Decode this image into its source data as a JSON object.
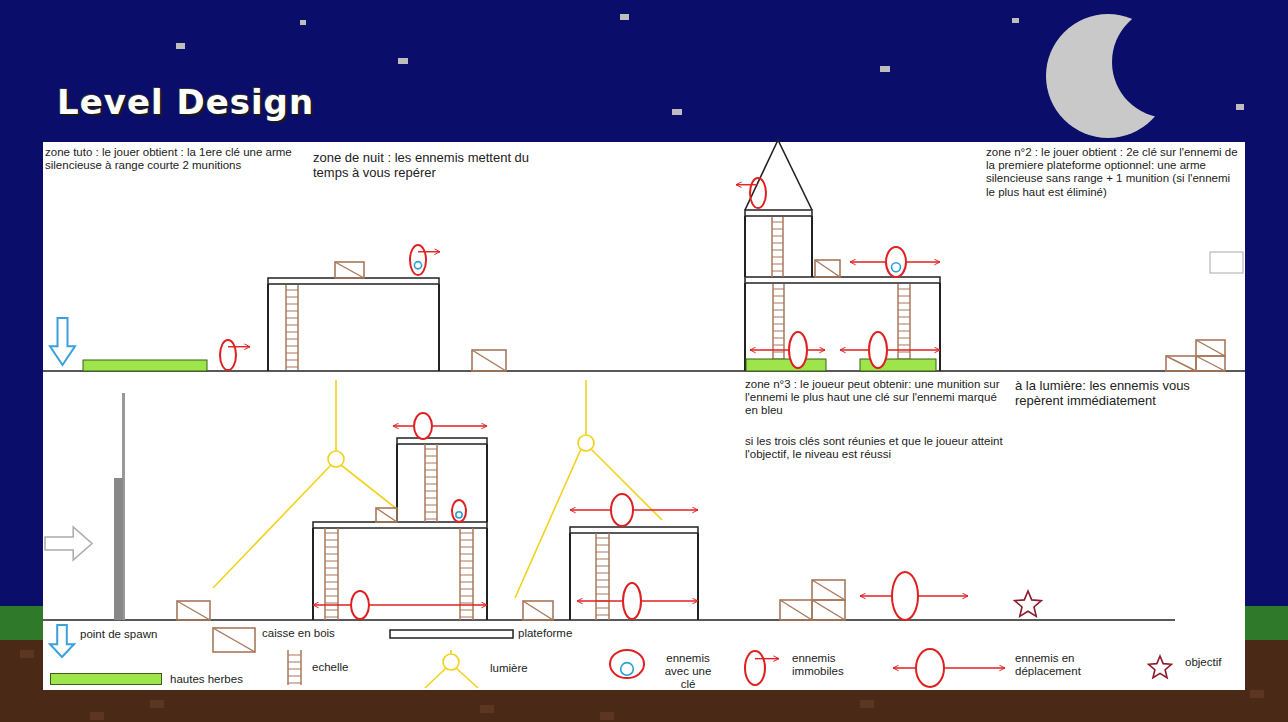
{
  "diagram": {
    "title": "Level Design",
    "labels": [
      "zone tuto : le jouer obtient : la 1ere clé une arme silencieuse à range courte 2 munitions",
      "zone de nuit : les ennemis mettent du temps à vous repérer",
      "zone n°2 : le jouer obtient : 2e clé sur l'ennemi de la premiere plateforme optionnel: une arme silencieuse sans range + 1 munition (si l'ennemi le plus haut est éliminé)",
      "zone n°3 : le joueur peut obtenir: une munition sur l'ennemi le plus haut une clé sur l'ennemi marqué en bleu",
      "si les trois clés sont réunies et que le joueur atteint l'objectif, le niveau est réussi",
      "à la lumière: les ennemis vous repèrent immédiatement"
    ],
    "legend": [
      {
        "text": "point de spawn"
      },
      {
        "text": "caisse en bois"
      },
      {
        "text": "plateforme"
      },
      {
        "text": "hautes herbes",
        "color": "#9de54a"
      },
      {
        "text": "echelle"
      },
      {
        "text": "lumière"
      },
      {
        "text": "ennemis avec une clé"
      },
      {
        "text": "ennemis immobiles"
      },
      {
        "text": "ennemis en déplacement"
      },
      {
        "text": "objectif"
      }
    ]
  }
}
